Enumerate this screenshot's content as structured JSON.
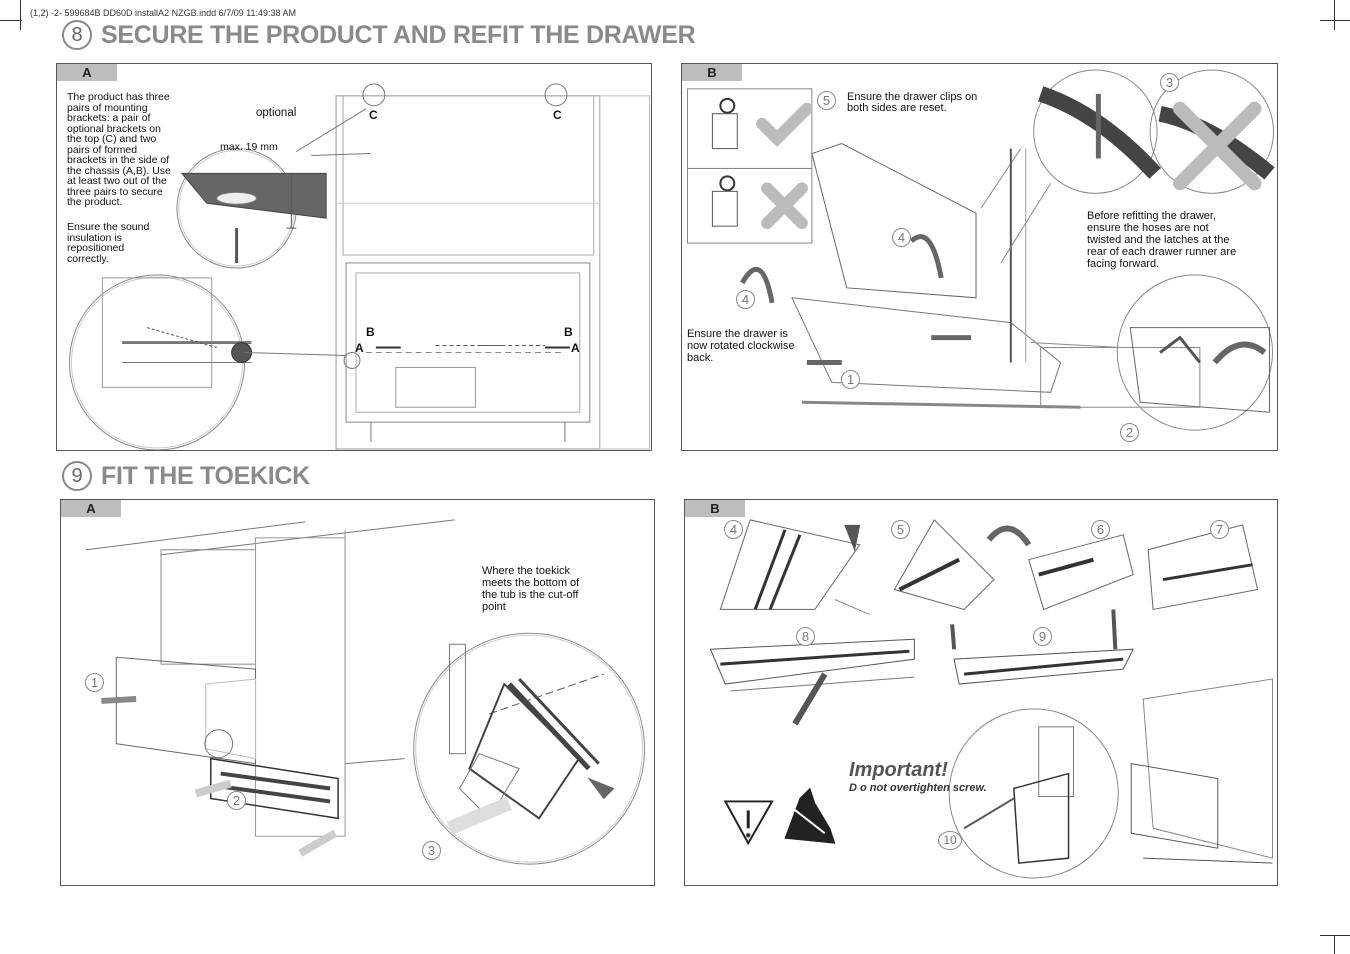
{
  "file_slug": "(1,2) -2- 599684B DD60D installA2 NZGB.indd 6/7/09 11:49:38 AM",
  "section8": {
    "number": "8",
    "title": "SECURE THE PRODUCT AND REFIT THE DRAWER",
    "panelA": {
      "tag": "A",
      "note_brackets": "The product has three pairs of mounting brackets: a pair of optional brackets on the top (C) and two pairs of formed brackets in the side of the chassis (A,B). Use at least two out of the three pairs to secure the product.",
      "note_sound": "Ensure the sound insulation is repositioned correctly.",
      "optional_label": "optional",
      "max_label": "max. 19 mm",
      "bracket_c": "C",
      "bracket_b": "B",
      "bracket_a": "A"
    },
    "panelB": {
      "tag": "B",
      "note_clips": "Ensure the drawer clips on both sides are reset.",
      "note_hoses": "Before refitting the drawer, ensure the hoses are not twisted and the latches at the rear of each drawer runner are facing forward.",
      "note_rotated": "Ensure the drawer is now rotated clockwise back.",
      "steps": [
        "1",
        "2",
        "3",
        "4",
        "4",
        "5"
      ]
    }
  },
  "section9": {
    "number": "9",
    "title": "FIT THE TOEKICK",
    "panelA": {
      "tag": "A",
      "note_toekick": "Where the toekick meets the bottom of the tub is the cut-off point",
      "steps": [
        "1",
        "2",
        "3"
      ]
    },
    "panelB": {
      "tag": "B",
      "steps": [
        "4",
        "5",
        "6",
        "7",
        "8",
        "9",
        "10"
      ],
      "important_title": "Important!",
      "important_text": "D o not overtighten screw."
    }
  }
}
